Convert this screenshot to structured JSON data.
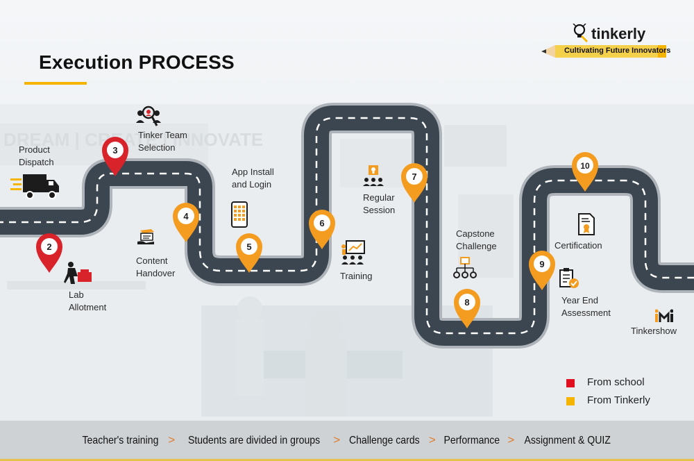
{
  "title": "Execution PROCESS",
  "brand": {
    "name": "tinkerly",
    "tagline": "Cultivating Future Innovators"
  },
  "milestones": [
    {
      "number": "",
      "label_line1": "Product",
      "label_line2": "Dispatch",
      "source": "school",
      "icon": "truck-icon"
    },
    {
      "number": "2",
      "label_line1": "Lab",
      "label_line2": "Allotment",
      "source": "school",
      "icon": "worker-icon"
    },
    {
      "number": "3",
      "label_line1": "Tinker Team",
      "label_line2": "Selection",
      "source": "school",
      "icon": "team-search-icon"
    },
    {
      "number": "4",
      "label_line1": "Content",
      "label_line2": "Handover",
      "source": "tinkerly",
      "icon": "handover-icon"
    },
    {
      "number": "5",
      "label_line1": "App Install",
      "label_line2": "and Login",
      "source": "tinkerly",
      "icon": "phone-app-icon"
    },
    {
      "number": "6",
      "label_line1": "Training",
      "label_line2": "",
      "source": "tinkerly",
      "icon": "training-icon"
    },
    {
      "number": "7",
      "label_line1": "Regular",
      "label_line2": "Session",
      "source": "tinkerly",
      "icon": "session-icon"
    },
    {
      "number": "8",
      "label_line1": "Capstone",
      "label_line2": "Challenge",
      "source": "tinkerly",
      "icon": "org-chart-icon"
    },
    {
      "number": "9",
      "label_line1": "Year End",
      "label_line2": "Assessment",
      "source": "tinkerly",
      "icon": "clipboard-check-icon"
    },
    {
      "number": "10",
      "label_line1": "Certification",
      "label_line2": "",
      "source": "tinkerly",
      "icon": "certificate-icon"
    },
    {
      "number": "",
      "label_line1": "Tinkershow",
      "label_line2": "",
      "source": "tinkerly",
      "icon": "show-icon"
    }
  ],
  "legend": [
    {
      "label": "From school",
      "color": "#e01020"
    },
    {
      "label": "From Tinkerly",
      "color": "#f5b400"
    }
  ],
  "colors": {
    "school_pin": "#d8232a",
    "tinkerly_pin": "#f39c1f",
    "road": "#3b4650",
    "accent": "#f5b400"
  },
  "footer_steps": [
    "Teacher's training",
    "Students are divided in groups",
    "Challenge cards",
    "Performance",
    "Assignment & QUIZ"
  ],
  "footer_separator": ">"
}
